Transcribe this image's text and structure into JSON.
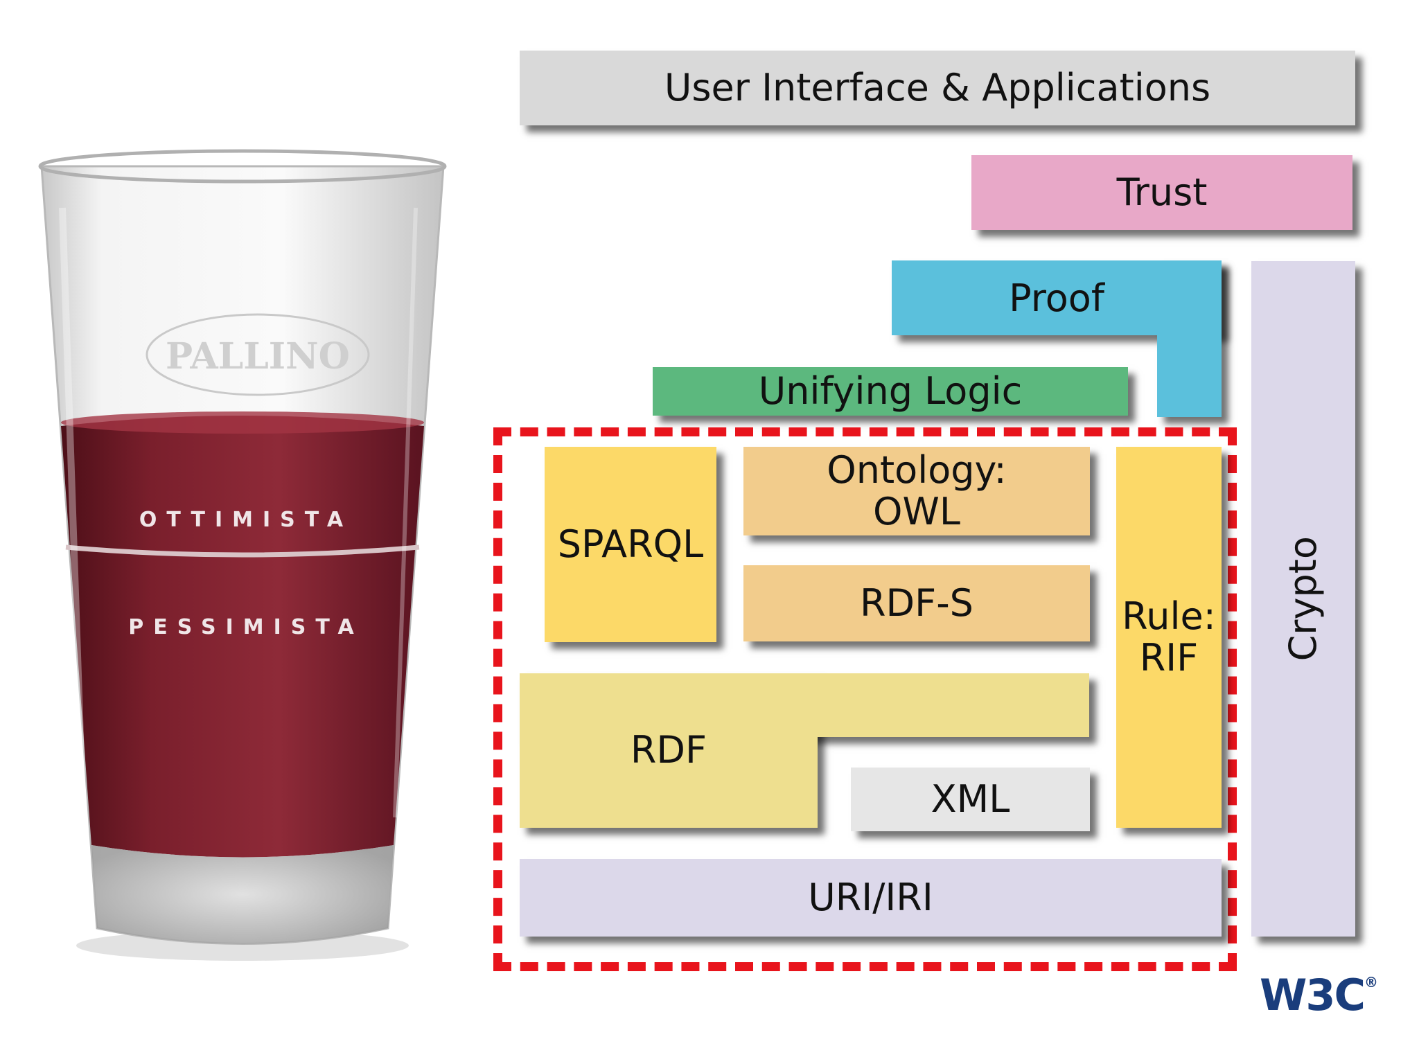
{
  "glass": {
    "brand": "PALLINO",
    "upper_label": "OTTIMISTA",
    "lower_label": "PESSIMISTA",
    "wine_color": "#7a1f2c"
  },
  "stack": {
    "ui_apps": "User Interface & Applications",
    "trust": "Trust",
    "proof": "Proof",
    "unifying_logic": "Unifying Logic",
    "ontology": "Ontology:\nOWL",
    "sparql": "SPARQL",
    "rdfs": "RDF-S",
    "rule": "Rule:\nRIF",
    "rdf": "RDF",
    "xml": "XML",
    "uri": "URI/IRI",
    "crypto": "Crypto"
  },
  "logo": {
    "text": "W3C",
    "mark": "®"
  },
  "colors": {
    "grey": "#d9d9d9",
    "trust": "#e8a8c8",
    "proof": "#5bc0dc",
    "logic": "#5cb87e",
    "yellow": "#fcd968",
    "ontology": "#f2cc8c",
    "rdf": "#eedf8f",
    "lavender": "#dcd8ea",
    "dashed_border": "#e8141c"
  }
}
